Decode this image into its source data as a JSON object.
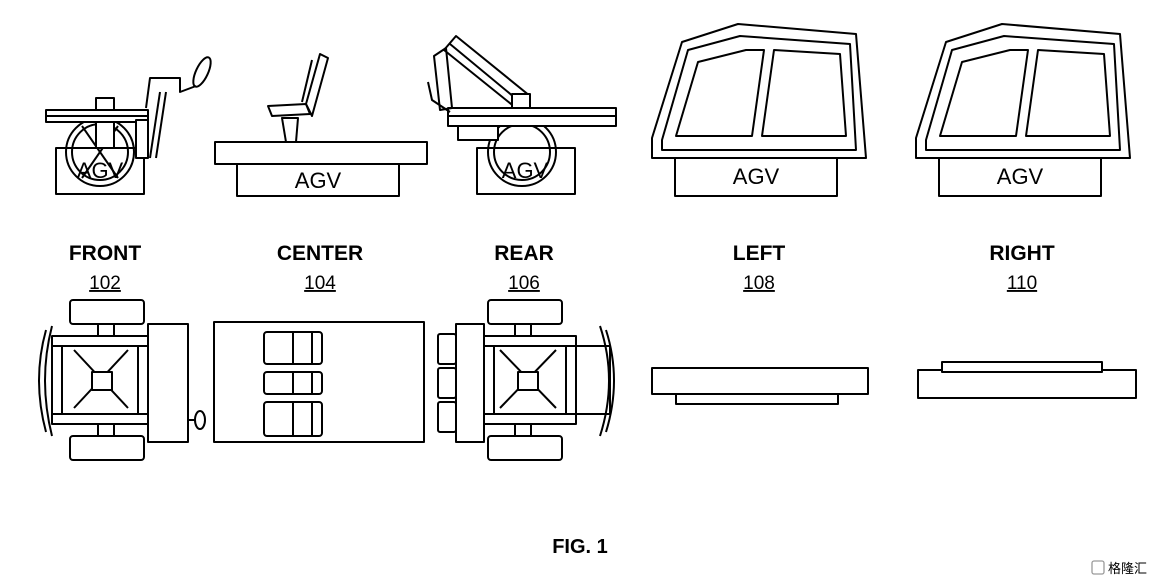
{
  "figure": {
    "caption": "FIG. 1",
    "watermark": "格隆汇",
    "agv_text": "AGV",
    "modules": [
      {
        "name": "FRONT",
        "ref": "102"
      },
      {
        "name": "CENTER",
        "ref": "104"
      },
      {
        "name": "REAR",
        "ref": "106"
      },
      {
        "name": "LEFT",
        "ref": "108"
      },
      {
        "name": "RIGHT",
        "ref": "110"
      }
    ]
  }
}
